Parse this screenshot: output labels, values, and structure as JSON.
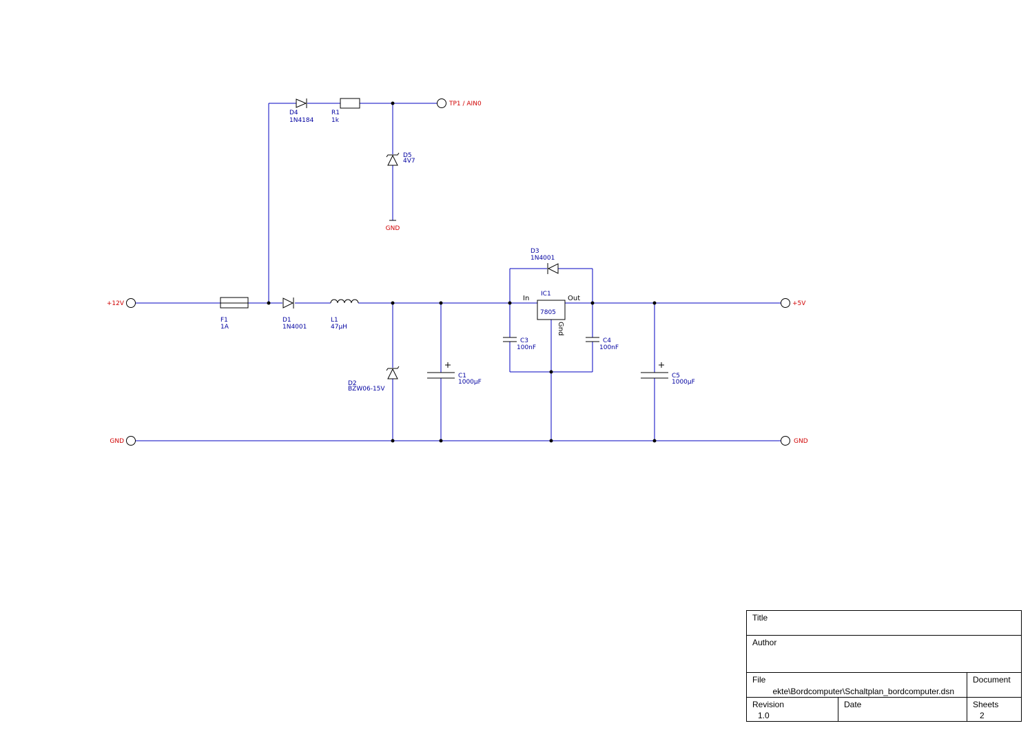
{
  "nets": {
    "tp1": "TP1 / AIN0",
    "gnd_top": "GND",
    "v12": "+12V",
    "v5": "+5V",
    "gnd_left": "GND",
    "gnd_right": "GND"
  },
  "parts": {
    "d4": {
      "ref": "D4",
      "value": "1N4184"
    },
    "r1": {
      "ref": "R1",
      "value": "1k"
    },
    "d5": {
      "ref": "D5",
      "value": "4V7"
    },
    "f1": {
      "ref": "F1",
      "value": "1A"
    },
    "d1": {
      "ref": "D1",
      "value": "1N4001"
    },
    "l1": {
      "ref": "L1",
      "value": "47µH"
    },
    "d2": {
      "ref": "D2",
      "value": "BZW06-15V"
    },
    "c1": {
      "ref": "C1",
      "value": "1000µF"
    },
    "d3": {
      "ref": "D3",
      "value": "1N4001"
    },
    "ic1": {
      "ref": "IC1",
      "value": "7805",
      "pin_in": "In",
      "pin_out": "Out",
      "pin_gnd": "Gnd"
    },
    "c3": {
      "ref": "C3",
      "value": "100nF"
    },
    "c4": {
      "ref": "C4",
      "value": "100nF"
    },
    "c5": {
      "ref": "C5",
      "value": "1000µF"
    }
  },
  "colors": {
    "wire": "#0000c0",
    "label": "#0000a0",
    "net": "#d00000"
  },
  "title_block": {
    "title_label": "Title",
    "title_value": "",
    "author_label": "Author",
    "author_value": "",
    "file_label": "File",
    "file_value": "ekte\\Bordcomputer\\Schaltplan_bordcomputer.dsn",
    "document_label": "Document",
    "document_value": "",
    "revision_label": "Revision",
    "revision_value": "1.0",
    "date_label": "Date",
    "date_value": "",
    "sheets_label": "Sheets",
    "sheets_value": "2"
  }
}
